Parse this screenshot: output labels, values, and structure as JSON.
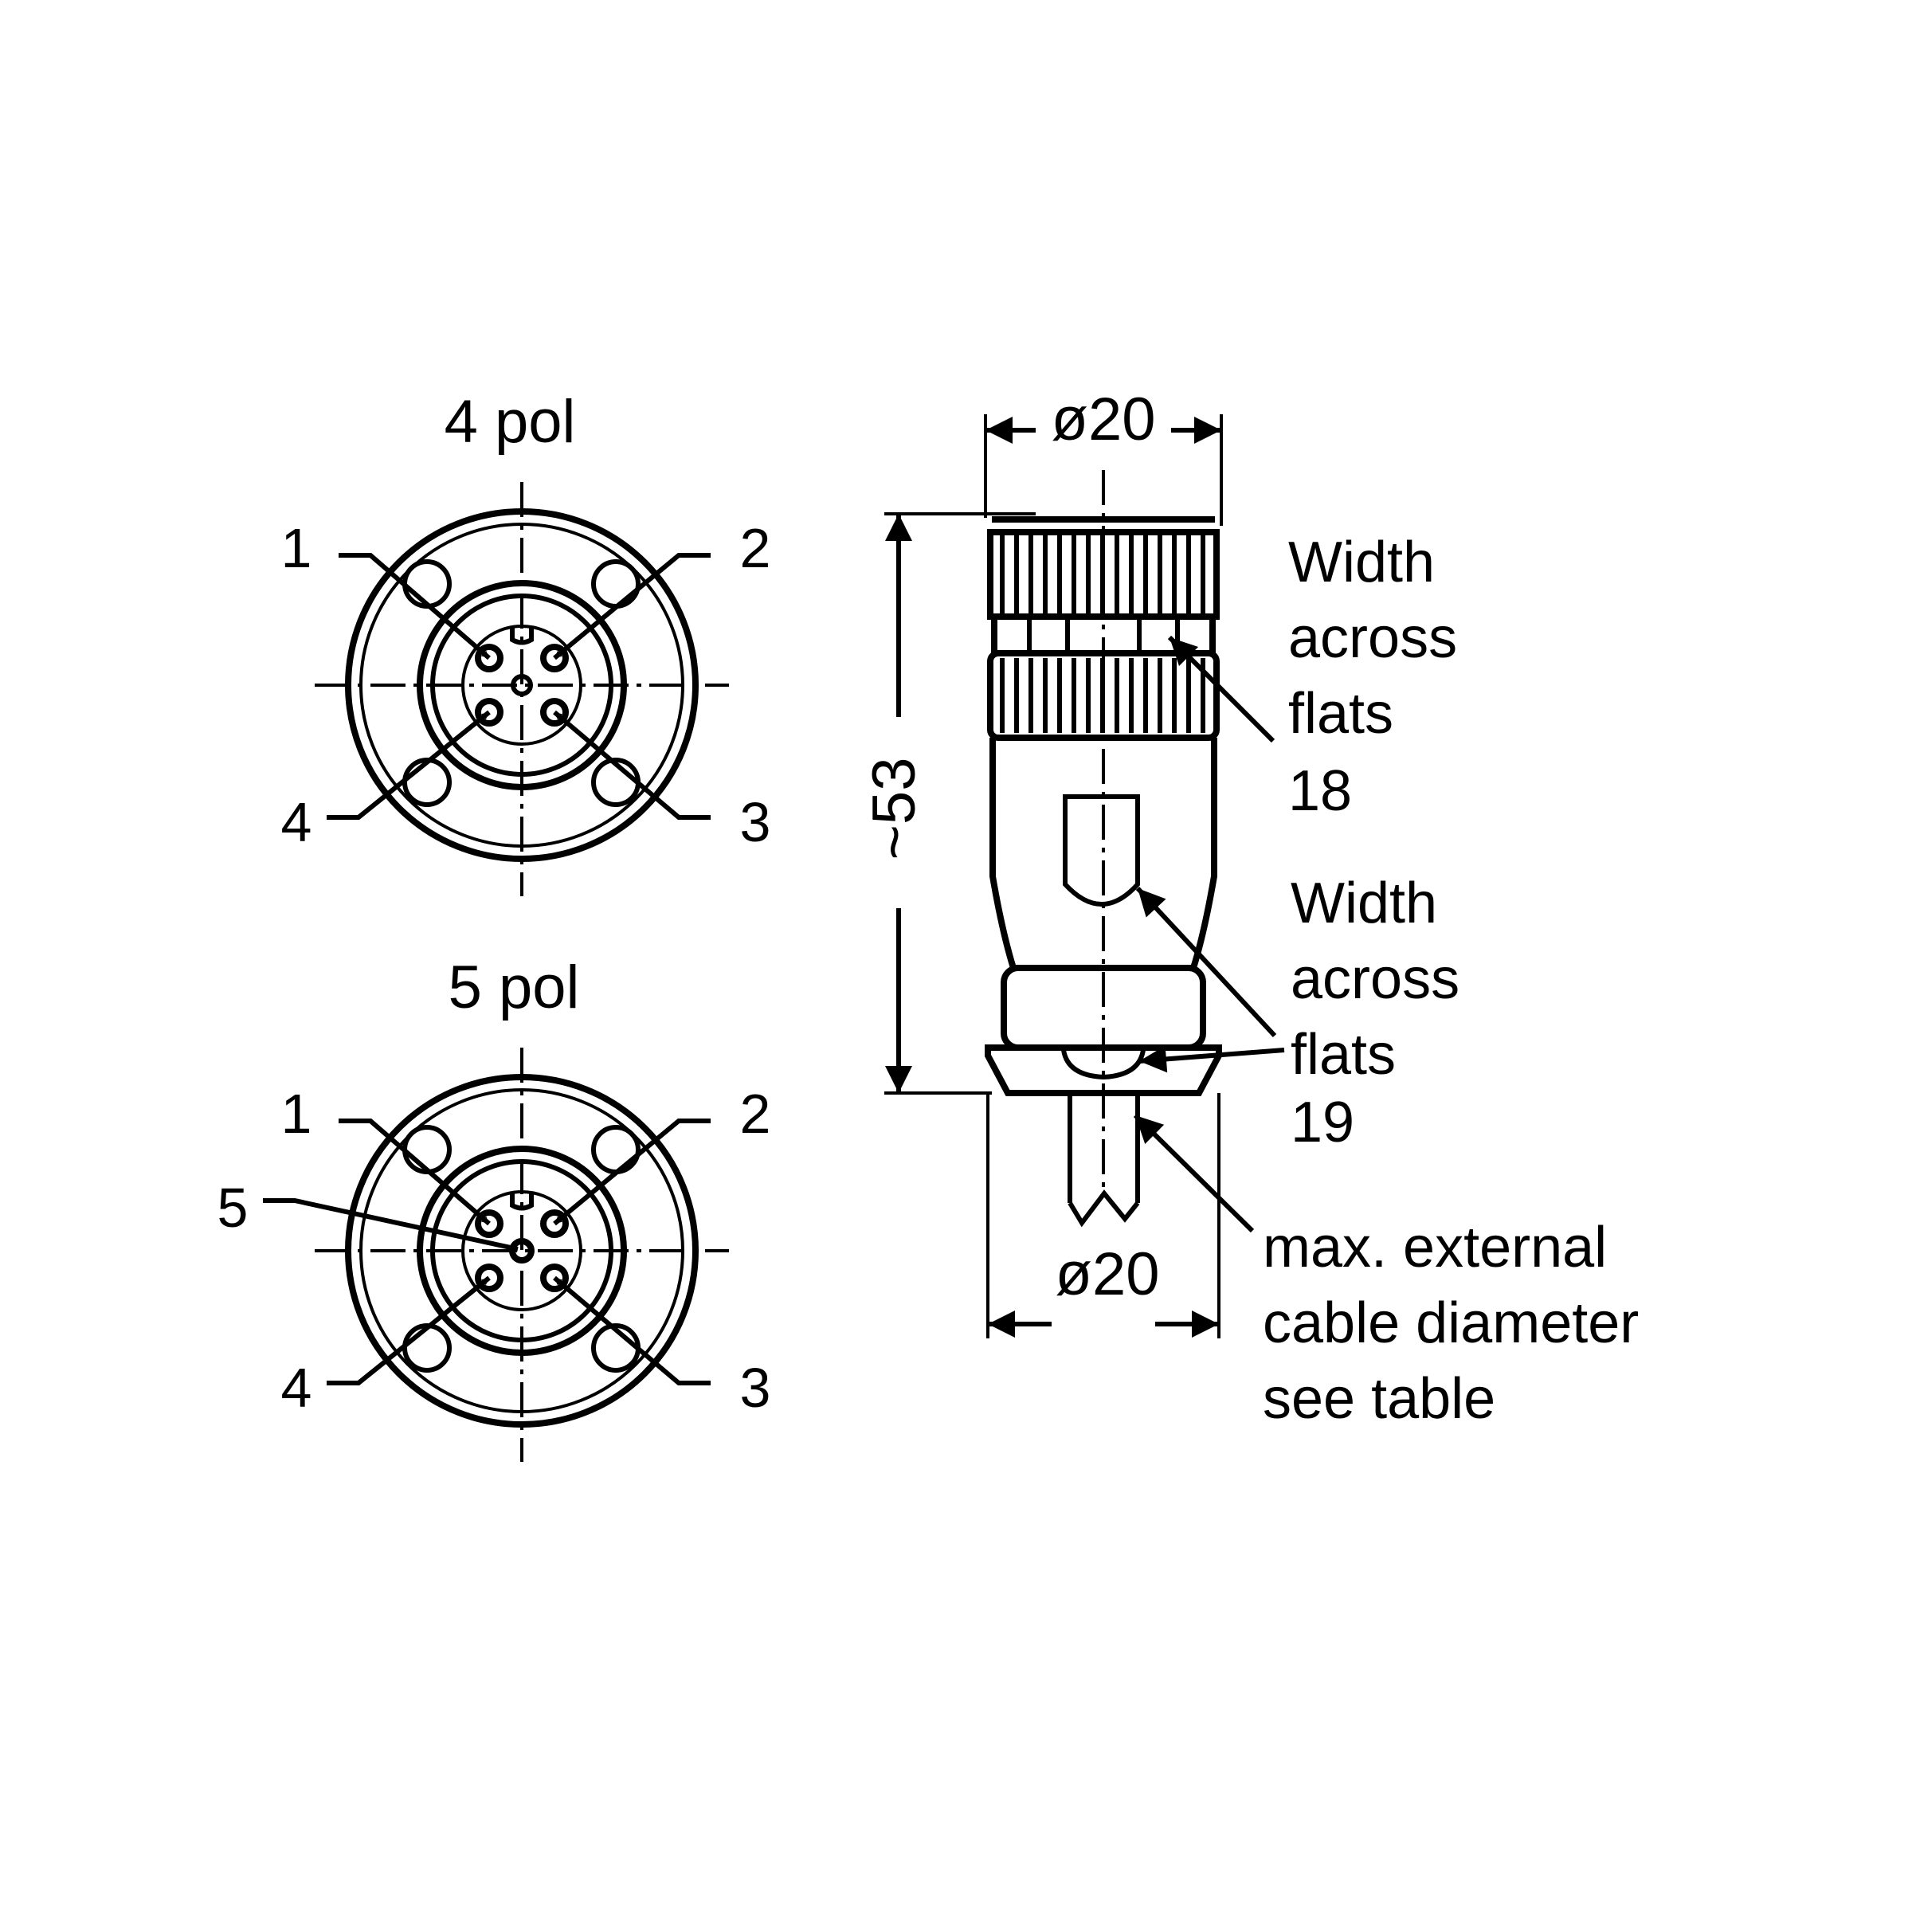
{
  "views": {
    "four_pole": {
      "title": "4 pol",
      "pins": [
        "1",
        "2",
        "3",
        "4"
      ]
    },
    "five_pole": {
      "title": "5 pol",
      "pins": [
        "1",
        "2",
        "3",
        "4",
        "5"
      ]
    }
  },
  "side_view": {
    "top_diameter": "ø20",
    "length": "~53",
    "bottom_diameter": "ø20",
    "flats_18": [
      "Width",
      "across",
      "flats",
      "18"
    ],
    "flats_19": [
      "Width",
      "across",
      "flats",
      "19"
    ],
    "cable_note": [
      "max. external",
      "cable diameter",
      "see table"
    ]
  }
}
